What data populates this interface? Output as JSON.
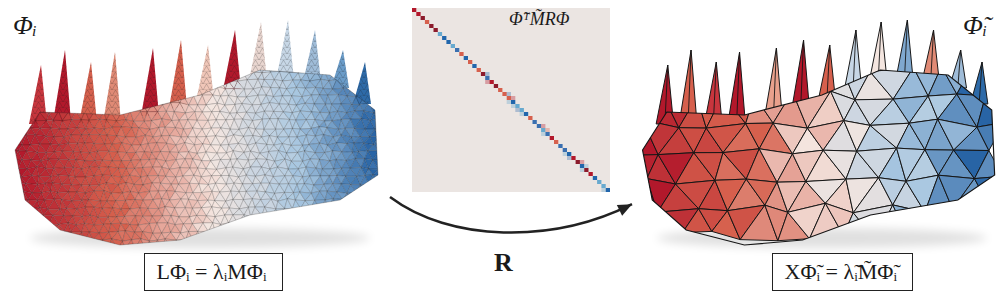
{
  "diagram": {
    "nodes": [
      {
        "text": [
          "Φᵢ"
        ]
      },
      {
        "text": [
          "LΦᵢ = λᵢMΦᵢ"
        ]
      },
      {
        "text": [
          "Φ̃ᵢ"
        ]
      },
      {
        "text": [
          "XΦ̃ᵢ = λ̃ᵢM̃Φ̃ᵢ"
        ]
      }
    ],
    "edges": [
      {
        "from": 0,
        "to": 2,
        "arrow": "to",
        "label": "R"
      }
    ],
    "labels": [
      "Φ̃ᵀM̃RΦ"
    ]
  }
}
